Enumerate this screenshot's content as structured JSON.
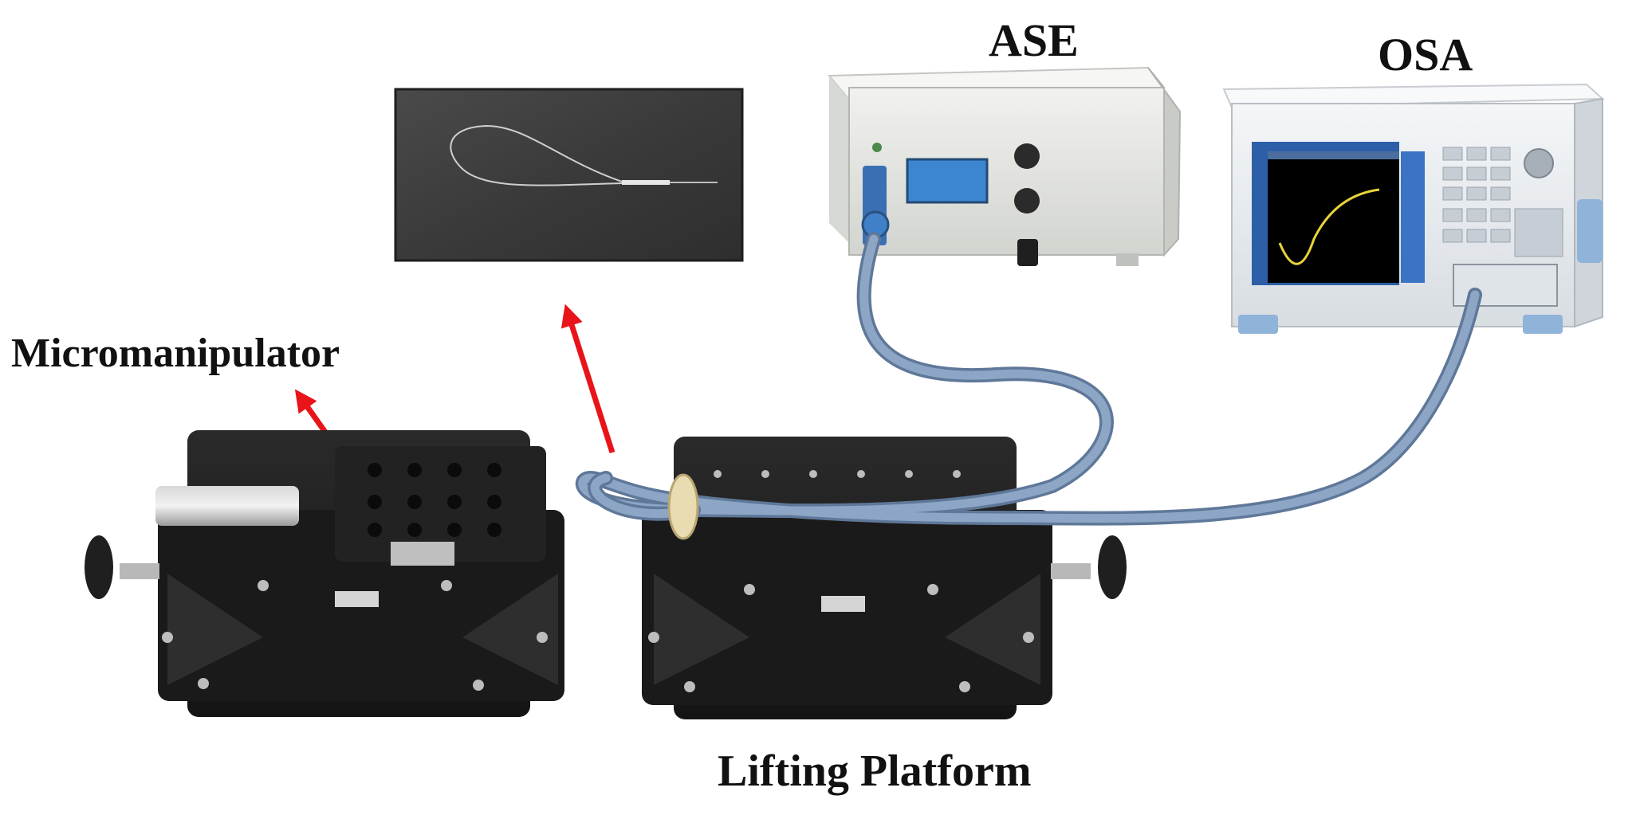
{
  "labels": {
    "ase": "ASE",
    "osa": "OSA",
    "micromanipulator": "Micromanipulator",
    "lifting_platform": "Lifting Platform"
  },
  "colors": {
    "fiber": "#8ea6c6",
    "fiber_edge": "#5f7899",
    "arrow": "#e8141a",
    "platform": "#1c1c1c",
    "ase_body": "#e4e5e2",
    "osa_body": "#e9ecef",
    "osa_screen": "#000000",
    "osa_trace": "#e8d43a"
  },
  "icons": {
    "fiber_photo": "fiber-loop-photo-icon",
    "ase_device": "ase-light-source-icon",
    "osa_device": "optical-spectrum-analyzer-icon",
    "left_stage": "micromanipulator-stage-icon",
    "right_stage": "lifting-platform-stage-icon",
    "fiber_cable": "fiber-cable-icon",
    "arrow": "red-arrow-icon"
  }
}
